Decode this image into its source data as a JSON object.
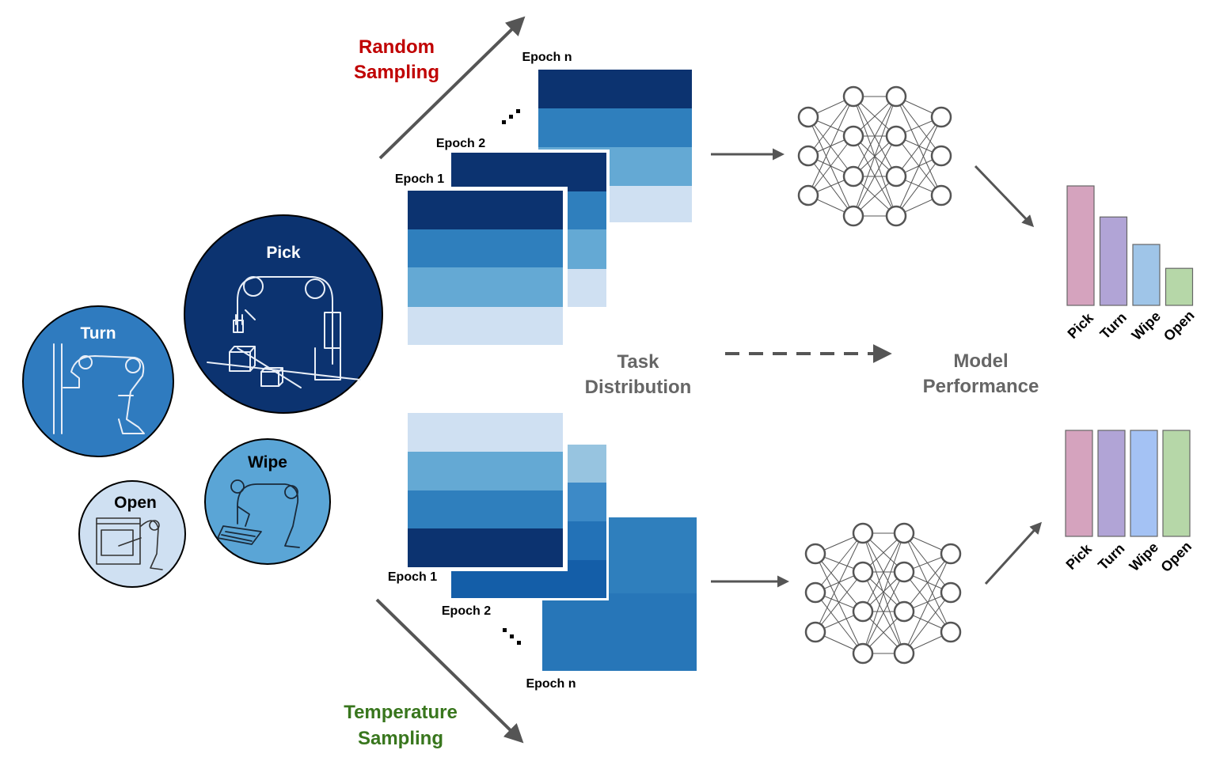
{
  "tasks": [
    {
      "id": "pick",
      "label": "Pick",
      "fill": "#0c3370",
      "text_color": "#ffffff"
    },
    {
      "id": "turn",
      "label": "Turn",
      "fill": "#2f7bbf",
      "text_color": "#ffffff"
    },
    {
      "id": "wipe",
      "label": "Wipe",
      "fill": "#5aa5d6",
      "text_color": "#000000"
    },
    {
      "id": "open",
      "label": "Open",
      "fill": "#cfe0f2",
      "text_color": "#000000"
    }
  ],
  "random": {
    "label_line1": "Random",
    "label_line2": "Sampling",
    "color": "#c00000",
    "epoch_labels": [
      "Epoch 1",
      "Epoch 2",
      "Epoch n"
    ]
  },
  "temperature": {
    "label_line1": "Temperature",
    "label_line2": "Sampling",
    "color": "#38761d",
    "epoch_labels": [
      "Epoch 1",
      "Epoch 2",
      "Epoch n"
    ]
  },
  "task_distribution": {
    "line1": "Task",
    "line2": "Distribution"
  },
  "model_performance": {
    "line1": "Model",
    "line2": "Performance"
  },
  "palette": {
    "dark": "#0c3370",
    "mid": "#2f7fbd",
    "light": "#64a9d4",
    "pale": "#cfe0f2",
    "arrow": "#555555",
    "label_gray": "#666666"
  },
  "chart_data": [
    {
      "type": "bar",
      "categories": [
        "Pick",
        "Turn",
        "Wipe",
        "Open"
      ],
      "values": [
        100,
        74,
        51,
        31
      ],
      "colors": [
        "#d5a3be",
        "#b1a4d6",
        "#9fc5e8",
        "#b6d7a8"
      ],
      "ylim": [
        0,
        100
      ]
    },
    {
      "type": "bar",
      "categories": [
        "Pick",
        "Turn",
        "Wipe",
        "Open"
      ],
      "values": [
        100,
        100,
        100,
        100
      ],
      "colors": [
        "#d5a3be",
        "#b1a4d6",
        "#a4c2f4",
        "#b6d7a8"
      ],
      "ylim": [
        0,
        100
      ]
    }
  ]
}
